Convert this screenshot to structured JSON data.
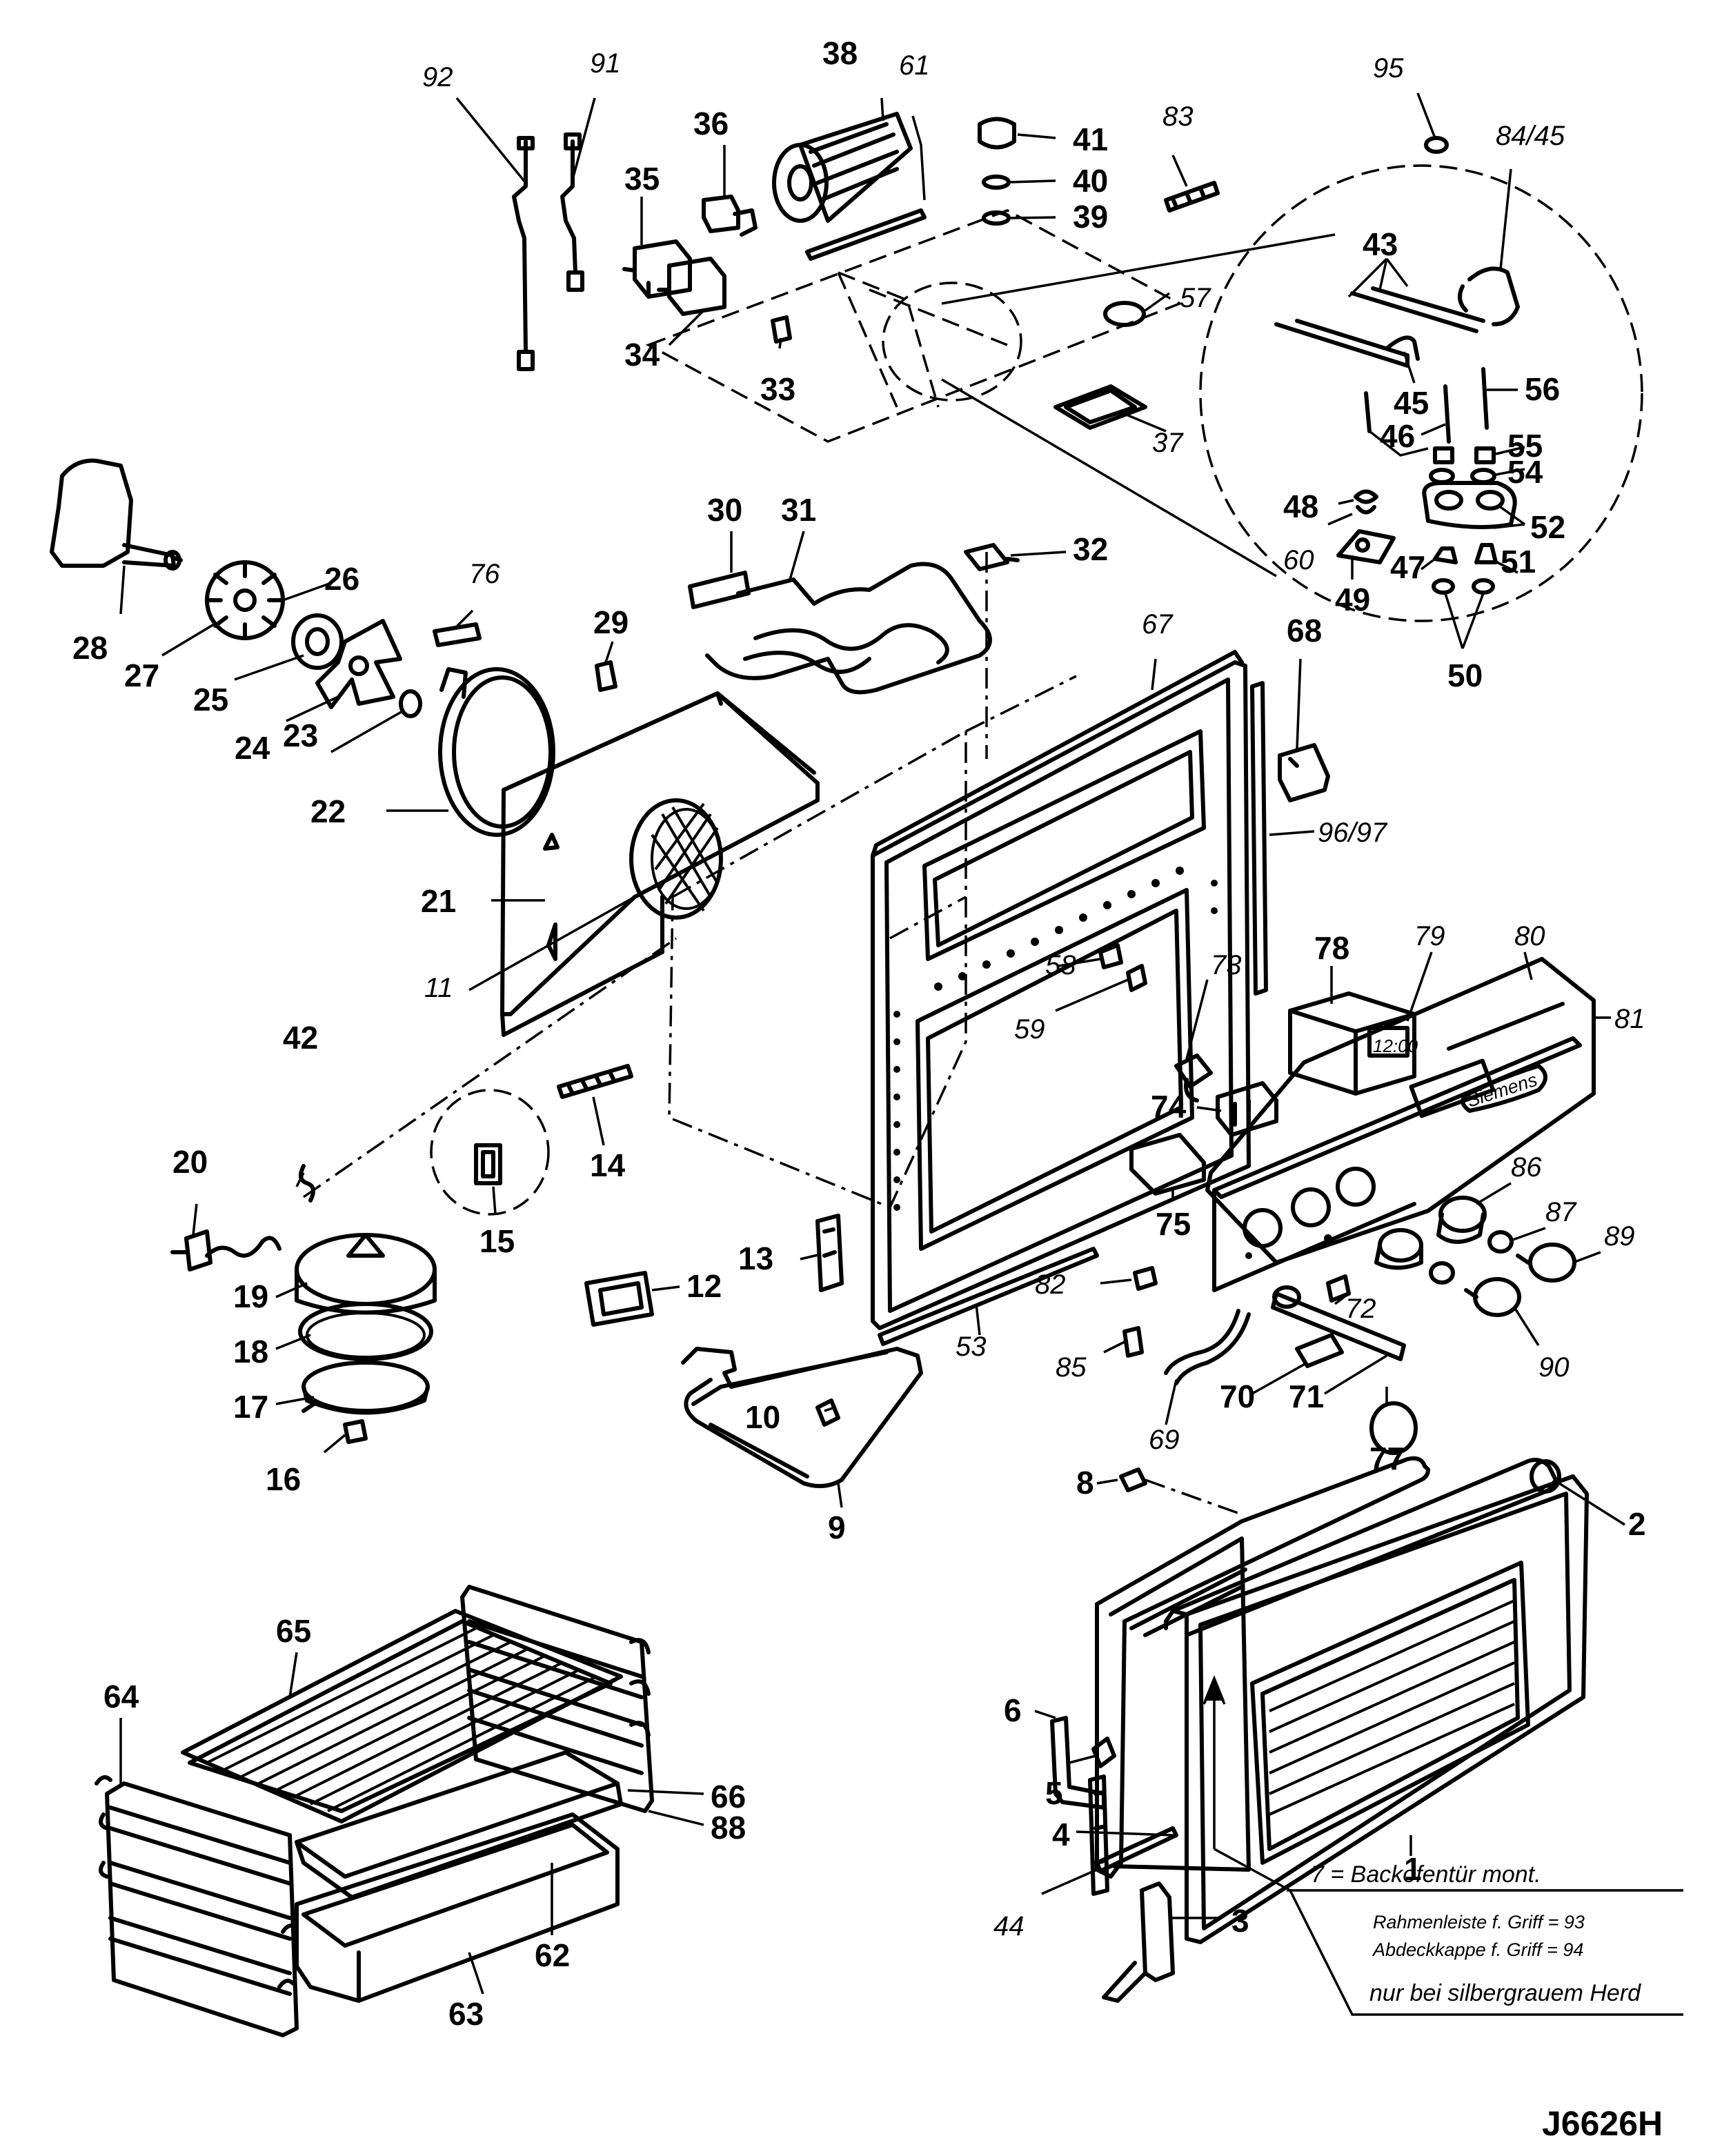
{
  "drawing_code": "J6626H",
  "legend": {
    "line1": "7 = Backofentür mont.",
    "line2": "Rahmenleiste f. Griff = 93",
    "line3": "Abdeckkappe f. Griff = 94",
    "line4": "nur bei silbergrauem Herd"
  },
  "control_panel": {
    "brand": "Siemens",
    "clock": "12:00"
  },
  "labels": {
    "p1": "1",
    "p2": "2",
    "p3": "3",
    "p4": "4",
    "p5": "5",
    "p6": "6",
    "p8": "8",
    "p9": "9",
    "p10": "10",
    "p11": "11",
    "p12": "12",
    "p13": "13",
    "p14": "14",
    "p15": "15",
    "p16": "16",
    "p17": "17",
    "p18": "18",
    "p19": "19",
    "p20": "20",
    "p21": "21",
    "p22": "22",
    "p23": "23",
    "p24": "24",
    "p25": "25",
    "p26": "26",
    "p27": "27",
    "p28": "28",
    "p29": "29",
    "p30": "30",
    "p31": "31",
    "p32": "32",
    "p33": "33",
    "p34": "34",
    "p35": "35",
    "p36": "36",
    "p37": "37",
    "p38": "38",
    "p39": "39",
    "p40": "40",
    "p41": "41",
    "p42": "42",
    "p43": "43",
    "p44": "44",
    "p45": "45",
    "p46": "46",
    "p47": "47",
    "p48": "48",
    "p49": "49",
    "p50": "50",
    "p51": "51",
    "p52": "52",
    "p53": "53",
    "p54": "54",
    "p55": "55",
    "p56": "56",
    "p57": "57",
    "p58": "58",
    "p59": "59",
    "p60": "60",
    "p61": "61",
    "p62": "62",
    "p63": "63",
    "p64": "64",
    "p65": "65",
    "p66": "66",
    "p67": "67",
    "p68": "68",
    "p69": "69",
    "p70": "70",
    "p71": "71",
    "p72": "72",
    "p73": "73",
    "p74": "74",
    "p75": "75",
    "p76": "76",
    "p77": "77",
    "p78": "78",
    "p79": "79",
    "p80": "80",
    "p81": "81",
    "p82": "82",
    "p83": "83",
    "p84_45": "84/45",
    "p85": "85",
    "p86": "86",
    "p87": "87",
    "p88": "88",
    "p89": "89",
    "p90": "90",
    "p91": "91",
    "p92": "92",
    "p95": "95",
    "p96_97": "96/97"
  }
}
